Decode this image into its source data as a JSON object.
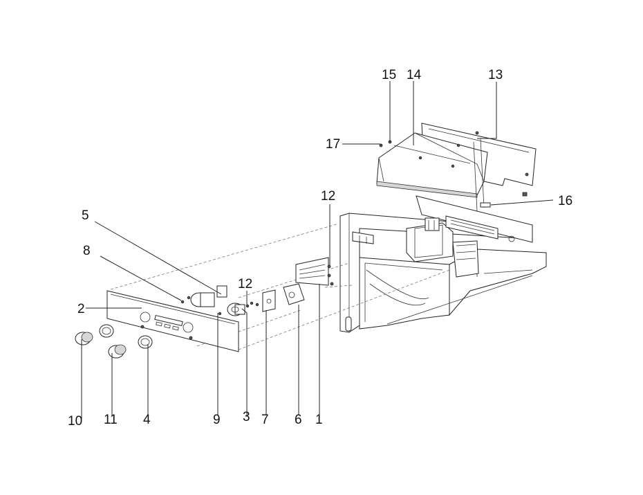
{
  "callouts": {
    "c1": "1",
    "c2": "2",
    "c3": "3",
    "c4": "4",
    "c5": "5",
    "c6": "6",
    "c7": "7",
    "c8": "8",
    "c9": "9",
    "c10": "10",
    "c11": "11",
    "c12a": "12",
    "c12b": "12",
    "c13": "13",
    "c14": "14",
    "c15": "15",
    "c16": "16",
    "c17": "17"
  }
}
